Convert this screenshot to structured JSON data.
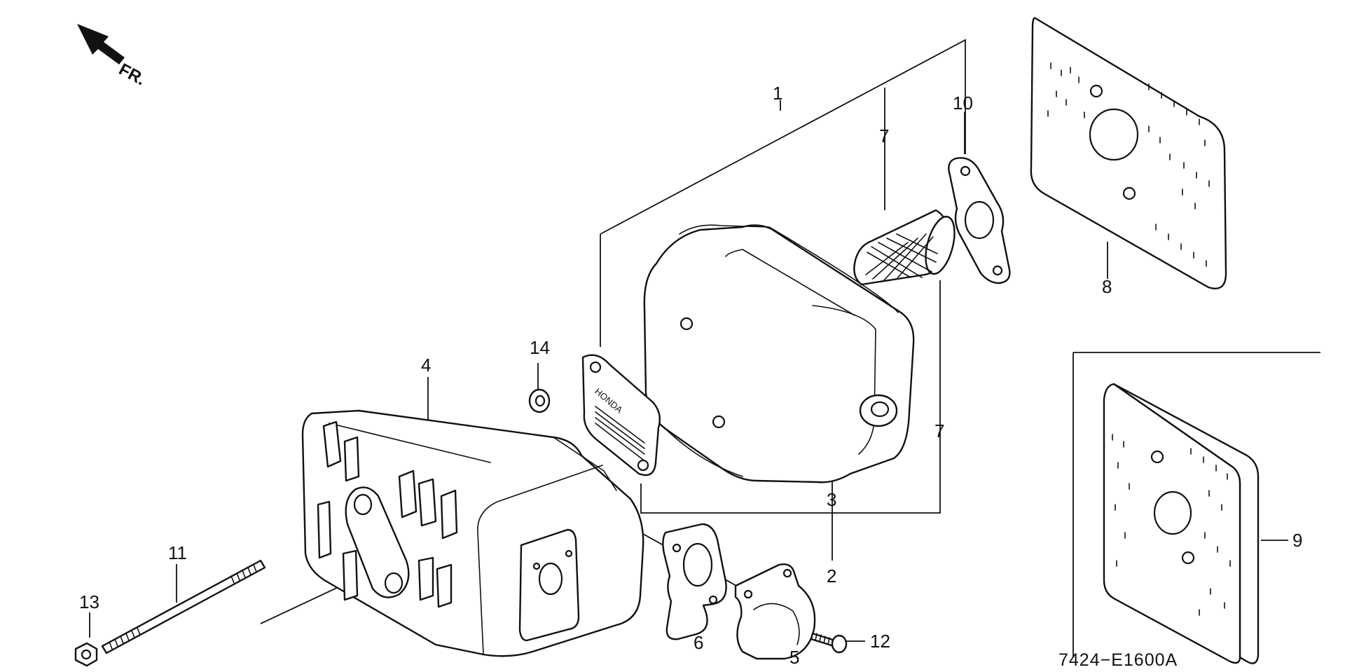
{
  "diagram": {
    "direction_label": "FR.",
    "drawing_code": "7424−E1600A",
    "emboss_text": "HONDA",
    "callouts": {
      "c1": "1",
      "c2": "2",
      "c3": "3",
      "c4": "4",
      "c5": "5",
      "c6": "6",
      "c7a": "7",
      "c7b": "7",
      "c8": "8",
      "c9": "9",
      "c10": "10",
      "c11": "11",
      "c12": "12",
      "c13": "13",
      "c14": "14"
    },
    "icons": {
      "direction_arrow": "front-direction-arrow-icon"
    }
  }
}
